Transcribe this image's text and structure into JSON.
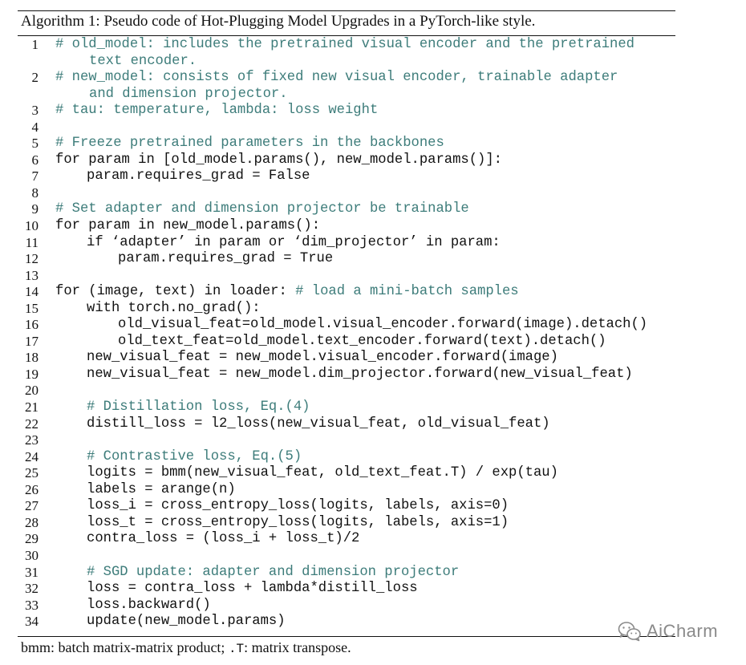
{
  "algorithm": {
    "caption": "Algorithm 1: Pseudo code of Hot-Plugging Model Upgrades in a PyTorch-like style.",
    "lines": [
      {
        "n": "1",
        "indent": 0,
        "comment": true,
        "text": "# old_model: includes the pretrained visual encoder and the pretrained",
        "cont": "text encoder."
      },
      {
        "n": "2",
        "indent": 0,
        "comment": true,
        "text": "# new_model: consists of fixed new visual encoder, trainable adapter",
        "cont": "and dimension projector."
      },
      {
        "n": "3",
        "indent": 0,
        "comment": true,
        "text": "# tau: temperature, lambda: loss weight"
      },
      {
        "n": "4",
        "indent": 0,
        "text": ""
      },
      {
        "n": "5",
        "indent": 0,
        "comment": true,
        "text": "# Freeze pretrained parameters in the backbones"
      },
      {
        "n": "6",
        "indent": 0,
        "text": "for param in [old_model.params(), new_model.params()]:"
      },
      {
        "n": "7",
        "indent": 1,
        "text": "param.requires_grad = False"
      },
      {
        "n": "8",
        "indent": 0,
        "text": ""
      },
      {
        "n": "9",
        "indent": 0,
        "comment": true,
        "text": "# Set adapter and dimension projector be trainable"
      },
      {
        "n": "10",
        "indent": 0,
        "text": "for param in new_model.params():"
      },
      {
        "n": "11",
        "indent": 1,
        "text": "if ‘adapter’ in param or ‘dim_projector’ in param:"
      },
      {
        "n": "12",
        "indent": 2,
        "text": "param.requires_grad = True"
      },
      {
        "n": "13",
        "indent": 0,
        "text": ""
      },
      {
        "n": "14",
        "indent": 0,
        "text": "for (image, text) in loader: ",
        "tail_comment": "# load a mini-batch samples"
      },
      {
        "n": "15",
        "indent": 1,
        "text": "with torch.no_grad():"
      },
      {
        "n": "16",
        "indent": 2,
        "text": "old_visual_feat=old_model.visual_encoder.forward(image).detach()"
      },
      {
        "n": "17",
        "indent": 2,
        "text": "old_text_feat=old_model.text_encoder.forward(text).detach()"
      },
      {
        "n": "18",
        "indent": 1,
        "text": "new_visual_feat = new_model.visual_encoder.forward(image)"
      },
      {
        "n": "19",
        "indent": 1,
        "text": "new_visual_feat = new_model.dim_projector.forward(new_visual_feat)"
      },
      {
        "n": "20",
        "indent": 0,
        "text": ""
      },
      {
        "n": "21",
        "indent": 1,
        "comment": true,
        "text": "# Distillation loss, Eq.(4)"
      },
      {
        "n": "22",
        "indent": 1,
        "text": "distill_loss = l2_loss(new_visual_feat, old_visual_feat)"
      },
      {
        "n": "23",
        "indent": 0,
        "text": ""
      },
      {
        "n": "24",
        "indent": 1,
        "comment": true,
        "text": "# Contrastive loss, Eq.(5)"
      },
      {
        "n": "25",
        "indent": 1,
        "text": "logits = bmm(new_visual_feat, old_text_feat.T) / exp(tau)"
      },
      {
        "n": "26",
        "indent": 1,
        "text": "labels = arange(n)"
      },
      {
        "n": "27",
        "indent": 1,
        "text": "loss_i = cross_entropy_loss(logits, labels, axis=0)"
      },
      {
        "n": "28",
        "indent": 1,
        "text": "loss_t = cross_entropy_loss(logits, labels, axis=1)"
      },
      {
        "n": "29",
        "indent": 1,
        "text": "contra_loss = (loss_i + loss_t)/2"
      },
      {
        "n": "30",
        "indent": 0,
        "text": ""
      },
      {
        "n": "31",
        "indent": 1,
        "comment": true,
        "text": "# SGD update: adapter and dimension projector"
      },
      {
        "n": "32",
        "indent": 1,
        "text": "loss = contra_loss + lambda*distill_loss"
      },
      {
        "n": "33",
        "indent": 1,
        "text": "loss.backward()"
      },
      {
        "n": "34",
        "indent": 1,
        "text": "update(new_model.params)"
      }
    ],
    "footer": {
      "part1": "bmm: batch matrix-matrix product; ",
      "part2": ".T",
      "part3": ": matrix transpose."
    }
  },
  "watermark": {
    "icon": "wechat-icon",
    "text": "AiCharm",
    "color": "#8a8a8a"
  },
  "colors": {
    "comment": "#3d7c7a",
    "text": "#111111"
  }
}
